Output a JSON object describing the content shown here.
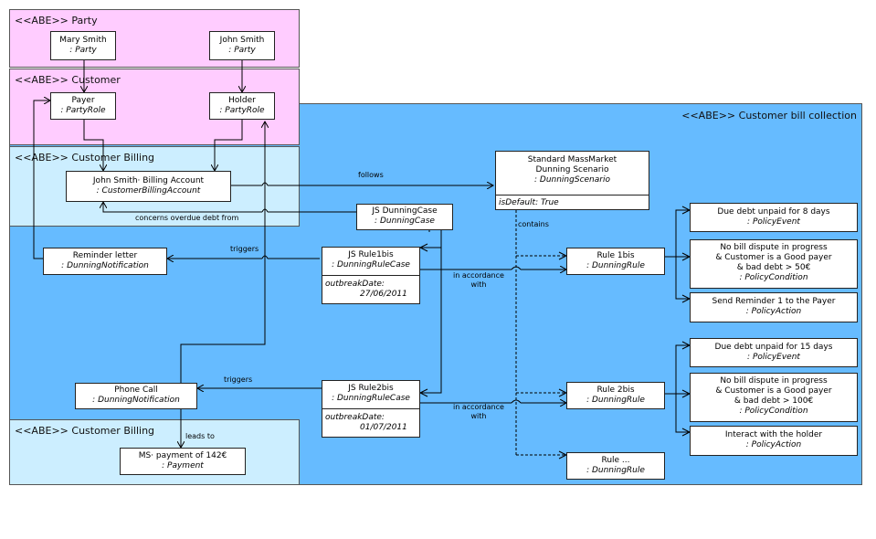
{
  "regions": {
    "party": "<<ABE>> Party",
    "customer": "<<ABE>> Customer",
    "bill_collection": "<<ABE>> Customer bill collection",
    "billing_top": "<<ABE>> Customer Billing",
    "billing_bottom": "<<ABE>> Customer Billing"
  },
  "objects": {
    "mary": {
      "name": "Mary Smith",
      "type": ": Party"
    },
    "john": {
      "name": "John Smith",
      "type": ": Party"
    },
    "payer": {
      "name": "Payer",
      "type": ": PartyRole"
    },
    "holder": {
      "name": "Holder",
      "type": ": PartyRole"
    },
    "billing_account": {
      "name": "John Smith· Billing Account",
      "type": ": CustomerBillingAccount"
    },
    "scenario": {
      "name": "Standard MassMarket Dunning Scenario",
      "type": ": DunningScenario",
      "attr": "isDefault: True"
    },
    "dunning_case": {
      "name": "JS DunningCase",
      "type": ": DunningCase"
    },
    "reminder": {
      "name": "Reminder letter",
      "type": ": DunningNotification"
    },
    "rule1case": {
      "name": "JS Rule1bis",
      "type": ": DunningRuleCase",
      "attr": "outbreakDate:",
      "attr_value": "27/06/2011"
    },
    "rule2case": {
      "name": "JS Rule2bis",
      "type": ": DunningRuleCase",
      "attr": "outbreakDate:",
      "attr_value": "01/07/2011"
    },
    "phone_call": {
      "name": "Phone Call",
      "type": ": DunningNotification"
    },
    "payment": {
      "name": "MS· payment of 142€",
      "type": ": Payment"
    },
    "rule1": {
      "name": "Rule 1bis",
      "type": ": DunningRule"
    },
    "rule2": {
      "name": "Rule 2bis",
      "type": ": DunningRule"
    },
    "rule_more": {
      "name": "Rule ...",
      "type": ": DunningRule"
    },
    "event1": {
      "name": "Due debt unpaid for 8 days",
      "type": ": PolicyEvent"
    },
    "cond1": {
      "line1": "No bill dispute in progress",
      "line2": "& Customer is a Good payer",
      "line3": "& bad debt > 50€",
      "type": ": PolicyCondition"
    },
    "action1": {
      "name": "Send Reminder 1 to the Payer",
      "type": ": PolicyAction"
    },
    "event2": {
      "name": "Due debt unpaid for 15 days",
      "type": ": PolicyEvent"
    },
    "cond2": {
      "line1": "No bill dispute in progress",
      "line2": "& Customer is a Good payer",
      "line3": "& bad debt > 100€",
      "type": ": PolicyCondition"
    },
    "action2": {
      "name": "Interact with the holder",
      "type": ": PolicyAction"
    }
  },
  "labels": {
    "follows": "follows",
    "concerns": "concerns overdue debt from",
    "contains": "contains",
    "triggers1": "triggers",
    "triggers2": "triggers",
    "accordance1": "in accordance\nwith",
    "accordance2": "in accordance\nwith",
    "leads_to": "leads to"
  },
  "colors": {
    "party_fill": "#ffccff",
    "customer_fill": "#ffccff",
    "bill_collection_fill": "#66bbff",
    "billing_fill": "#cceeff"
  }
}
